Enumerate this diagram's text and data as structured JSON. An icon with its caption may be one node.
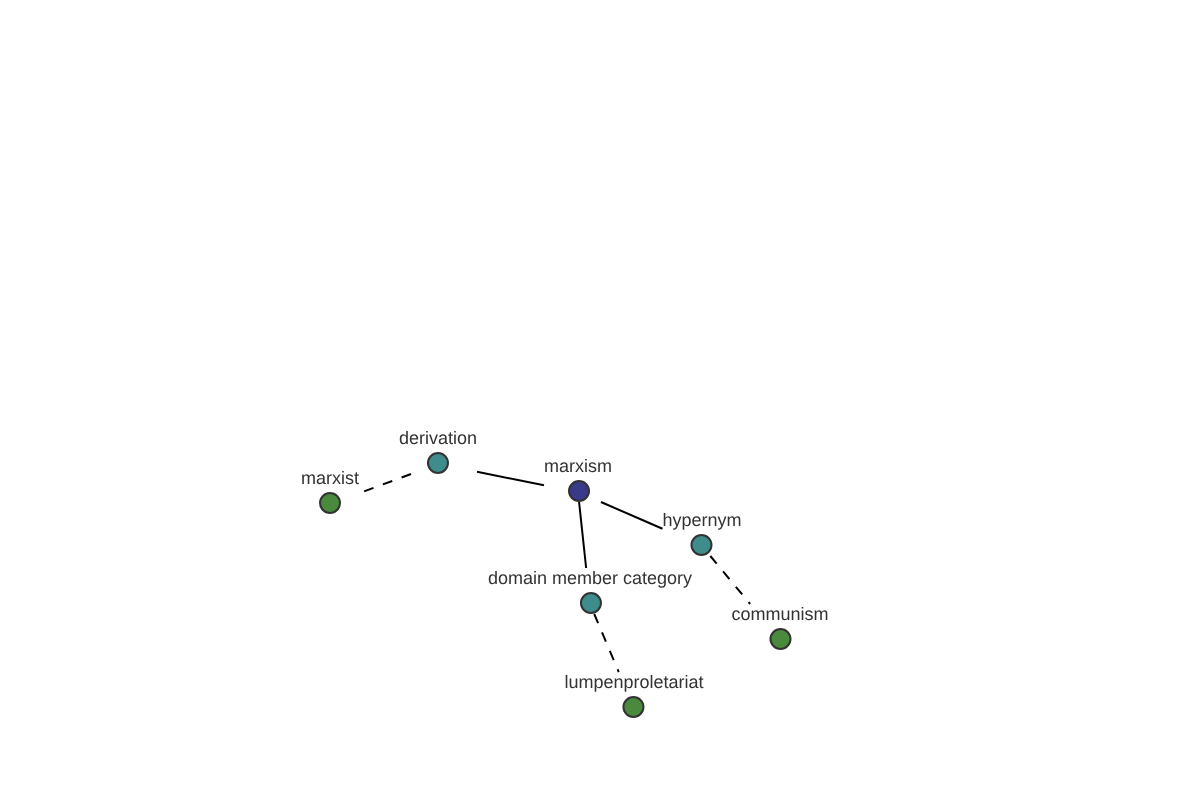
{
  "diagram": {
    "nodes": [
      {
        "text": [
          "derivation"
        ]
      },
      {
        "text": [
          "marxism"
        ]
      },
      {
        "text": [
          "marxist"
        ]
      },
      {
        "text": [
          "hypernym"
        ]
      },
      {
        "text": [
          "domain member category"
        ]
      },
      {
        "text": [
          "communism"
        ]
      },
      {
        "text": [
          "lumpenproletariat"
        ]
      }
    ],
    "edges": [
      {
        "from": 1,
        "to": 0,
        "arrow": "none"
      },
      {
        "from": 0,
        "to": 2,
        "arrow": "none",
        "style": "dashed"
      },
      {
        "from": 1,
        "to": 3,
        "arrow": "none"
      },
      {
        "from": 1,
        "to": 4,
        "arrow": "none"
      },
      {
        "from": 3,
        "to": 5,
        "arrow": "none",
        "style": "dashed"
      },
      {
        "from": 4,
        "to": 6,
        "arrow": "none",
        "style": "dashed"
      }
    ]
  }
}
